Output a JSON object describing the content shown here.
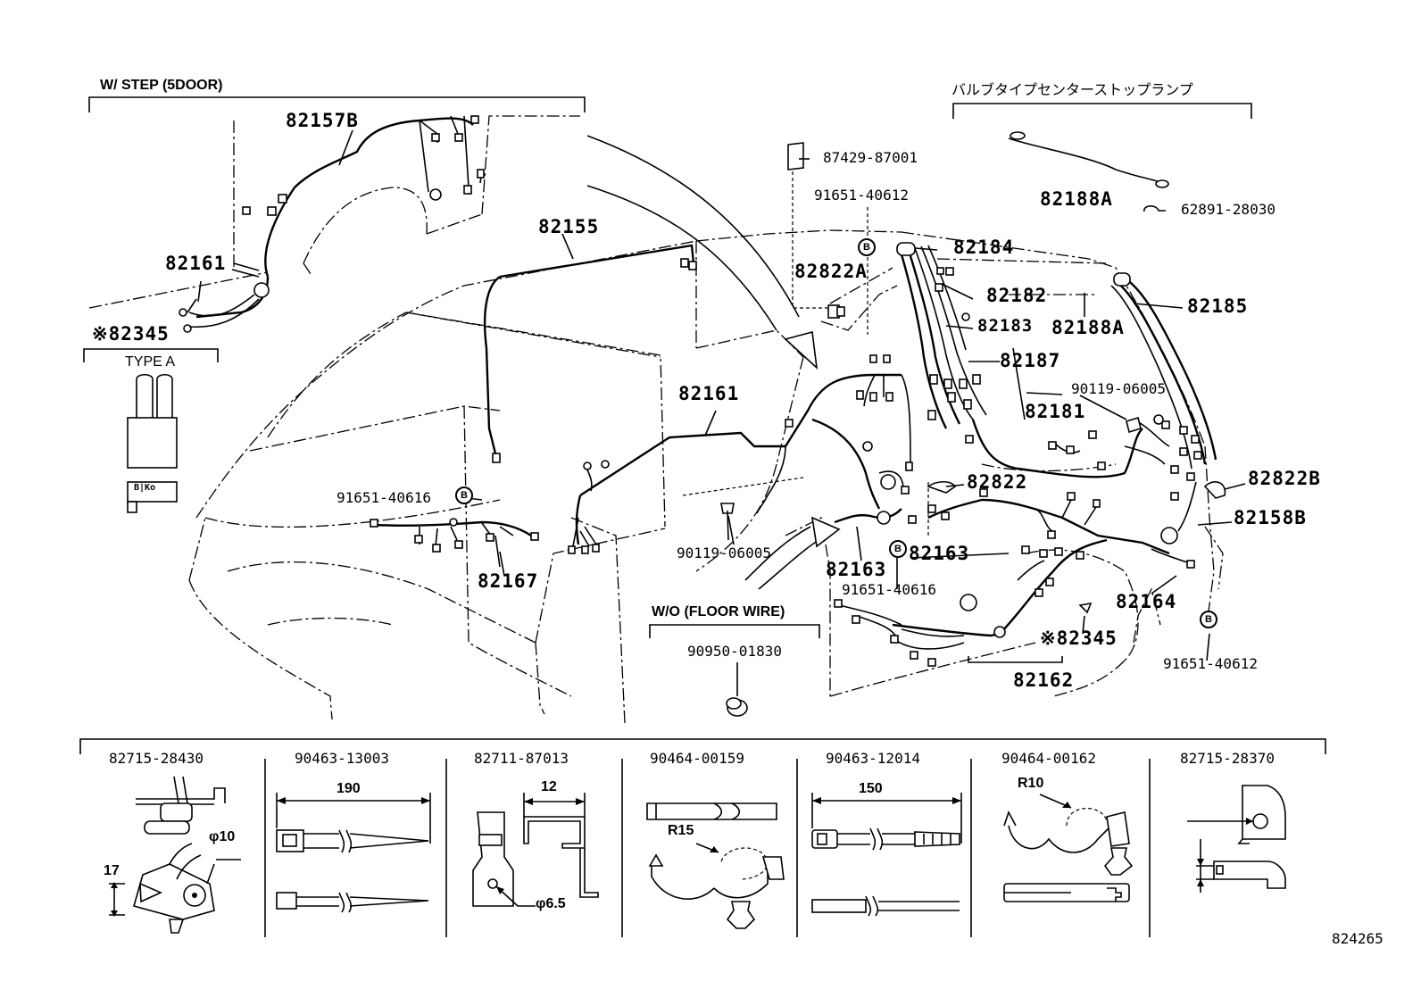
{
  "diagram": {
    "groups": [
      {
        "id": "w-step",
        "title": "W/ STEP (5DOOR)"
      },
      {
        "id": "bulb-type",
        "title": "バルブタイプセンターストップランプ"
      },
      {
        "id": "type-a",
        "title": "TYPE A"
      },
      {
        "id": "wo-floor",
        "title": "W/O (FLOOR   WIRE)"
      }
    ],
    "parts": [
      {
        "id": "p82157b",
        "text": "82157B"
      },
      {
        "id": "p82161a",
        "text": "82161"
      },
      {
        "id": "p82345a",
        "text": "※82345"
      },
      {
        "id": "p82155",
        "text": "82155"
      },
      {
        "id": "p87429",
        "text": "87429-87001"
      },
      {
        "id": "p91651a",
        "text": "91651-40612"
      },
      {
        "id": "p82822a",
        "text": "82822A"
      },
      {
        "id": "p82184",
        "text": "82184"
      },
      {
        "id": "p82188a1",
        "text": "82188A"
      },
      {
        "id": "p62891",
        "text": "62891-28030"
      },
      {
        "id": "p82182",
        "text": "82182"
      },
      {
        "id": "p82183",
        "text": "82183"
      },
      {
        "id": "p82188a2",
        "text": "82188A"
      },
      {
        "id": "p82185",
        "text": "82185"
      },
      {
        "id": "p82187",
        "text": "82187"
      },
      {
        "id": "p90119a",
        "text": "90119-06005"
      },
      {
        "id": "p82181",
        "text": "82181"
      },
      {
        "id": "p82161b",
        "text": "82161"
      },
      {
        "id": "p82822",
        "text": "82822"
      },
      {
        "id": "p82822b",
        "text": "82822B"
      },
      {
        "id": "p82158b",
        "text": "82158B"
      },
      {
        "id": "p91651b",
        "text": "91651-40616"
      },
      {
        "id": "p90119b",
        "text": "90119-06005"
      },
      {
        "id": "p82167",
        "text": "82167"
      },
      {
        "id": "p82163a",
        "text": "82163"
      },
      {
        "id": "p82163b",
        "text": "82163"
      },
      {
        "id": "p91651c",
        "text": "91651-40616"
      },
      {
        "id": "p82164",
        "text": "82164"
      },
      {
        "id": "p82345b",
        "text": "※82345"
      },
      {
        "id": "p91651d",
        "text": "91651-40612"
      },
      {
        "id": "p82162",
        "text": "82162"
      },
      {
        "id": "p90950",
        "text": "90950-01830"
      }
    ],
    "markers": [
      {
        "id": "mk1",
        "letter": "B"
      },
      {
        "id": "mk2",
        "letter": "B"
      },
      {
        "id": "mk3",
        "letter": "B"
      },
      {
        "id": "mk4",
        "letter": "B"
      }
    ],
    "connector_label": "B|Ko",
    "clamps": [
      {
        "part": "82715-28430",
        "dims": [
          "φ10",
          "17"
        ]
      },
      {
        "part": "90463-13003",
        "dims": [
          "190"
        ]
      },
      {
        "part": "82711-87013",
        "dims": [
          "12",
          "φ6.5"
        ]
      },
      {
        "part": "90464-00159",
        "dims": [
          "R15"
        ]
      },
      {
        "part": "90463-12014",
        "dims": [
          "150"
        ]
      },
      {
        "part": "90464-00162",
        "dims": [
          "R10"
        ]
      },
      {
        "part": "82715-28370",
        "dims": []
      }
    ],
    "figure_number": "824265"
  }
}
